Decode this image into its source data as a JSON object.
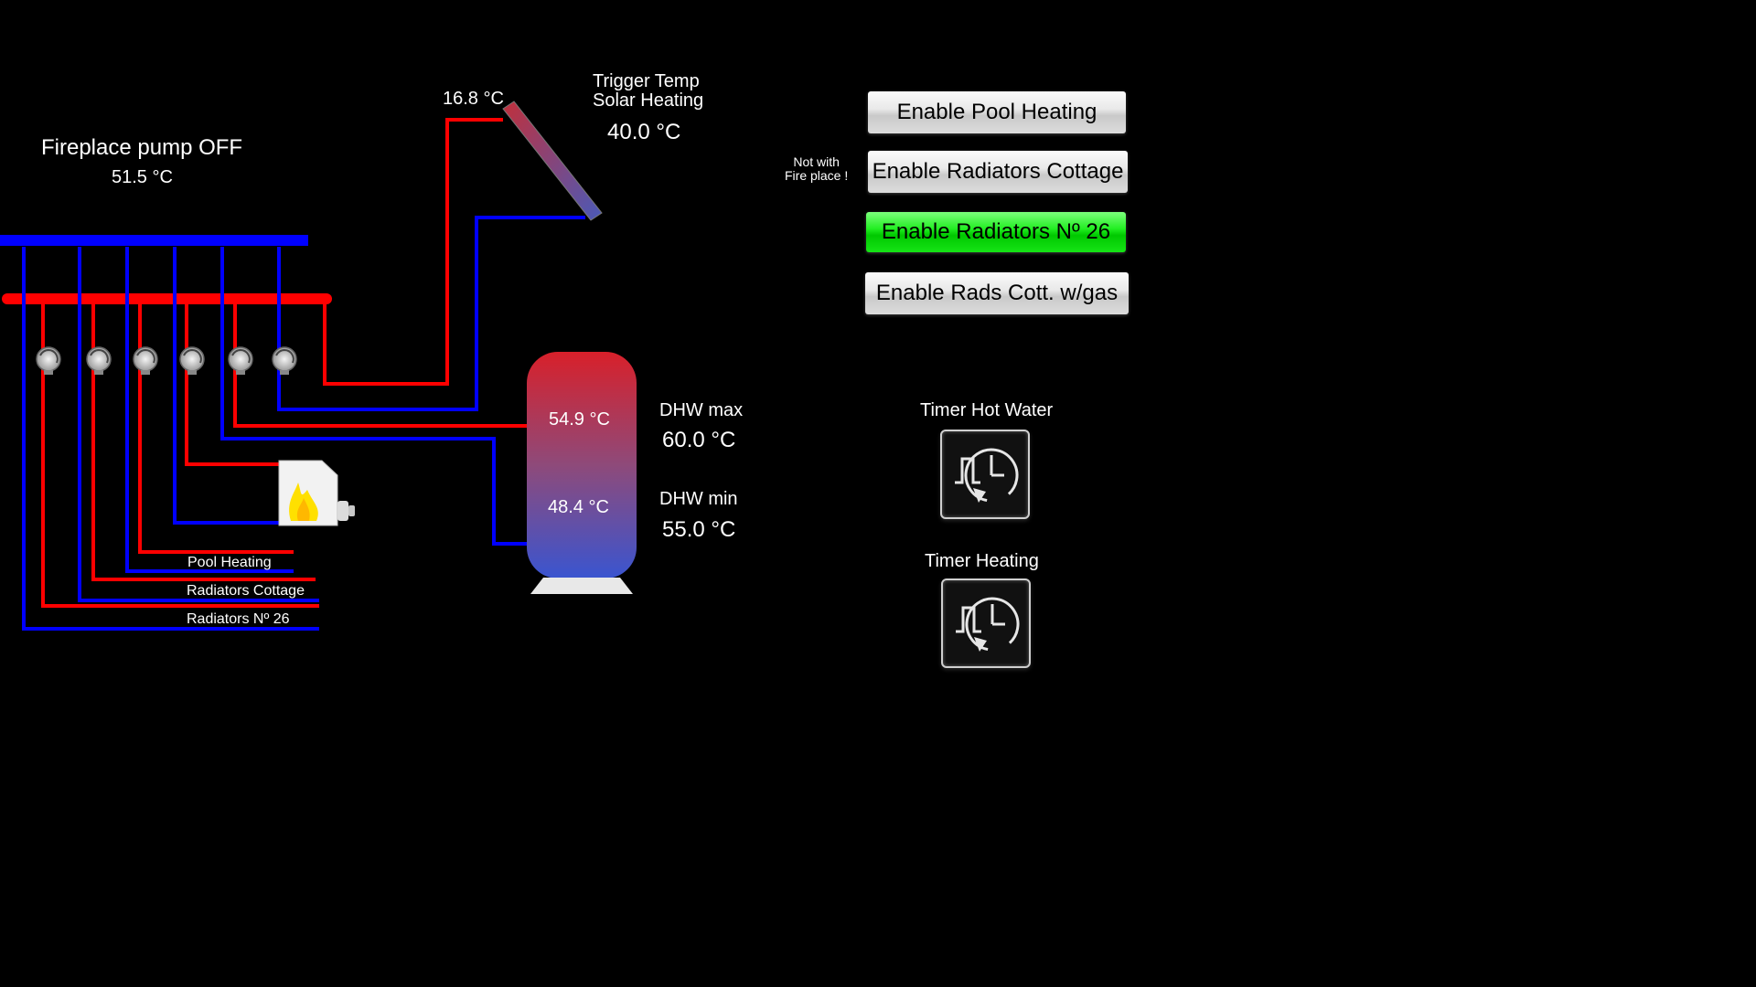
{
  "fireplace": {
    "status": "Fireplace pump OFF",
    "temp": "51.5 °C"
  },
  "solar": {
    "collector_temp": "16.8 °C",
    "trigger_line1": "Trigger Temp",
    "trigger_line2": "Solar Heating",
    "trigger_value": "40.0 °C"
  },
  "tank": {
    "top_temp": "54.9 °C",
    "bottom_temp": "48.4 °C"
  },
  "dhw": {
    "max_label": "DHW max",
    "max_value": "60.0 °C",
    "min_label": "DHW min",
    "min_value": "55.0 °C"
  },
  "circuits": {
    "pool": "Pool Heating",
    "cottage": "Radiators Cottage",
    "no26": "Radiators Nº 26"
  },
  "note": {
    "line1": "Not with",
    "line2": "Fire place !"
  },
  "buttons": {
    "pool": {
      "label": "Enable Pool Heating",
      "active": false
    },
    "cottage": {
      "label": "Enable Radiators Cottage",
      "active": false
    },
    "no26": {
      "label": "Enable Radiators Nº 26",
      "active": true
    },
    "rads_gas": {
      "label": "Enable Rads Cott. w/gas",
      "active": false
    }
  },
  "timers": {
    "hot_water": "Timer Hot Water",
    "heating": "Timer Heating"
  },
  "icons": {
    "pump": "pump-icon",
    "boiler": "fireplace-boiler-icon",
    "collector": "solar-collector-icon",
    "tank": "hot-water-tank-icon",
    "timer": "timer-clock-icon"
  },
  "colors": {
    "supply": "#ff0000",
    "return": "#0000ff",
    "active_button": "#00dd00",
    "background": "#000000"
  }
}
